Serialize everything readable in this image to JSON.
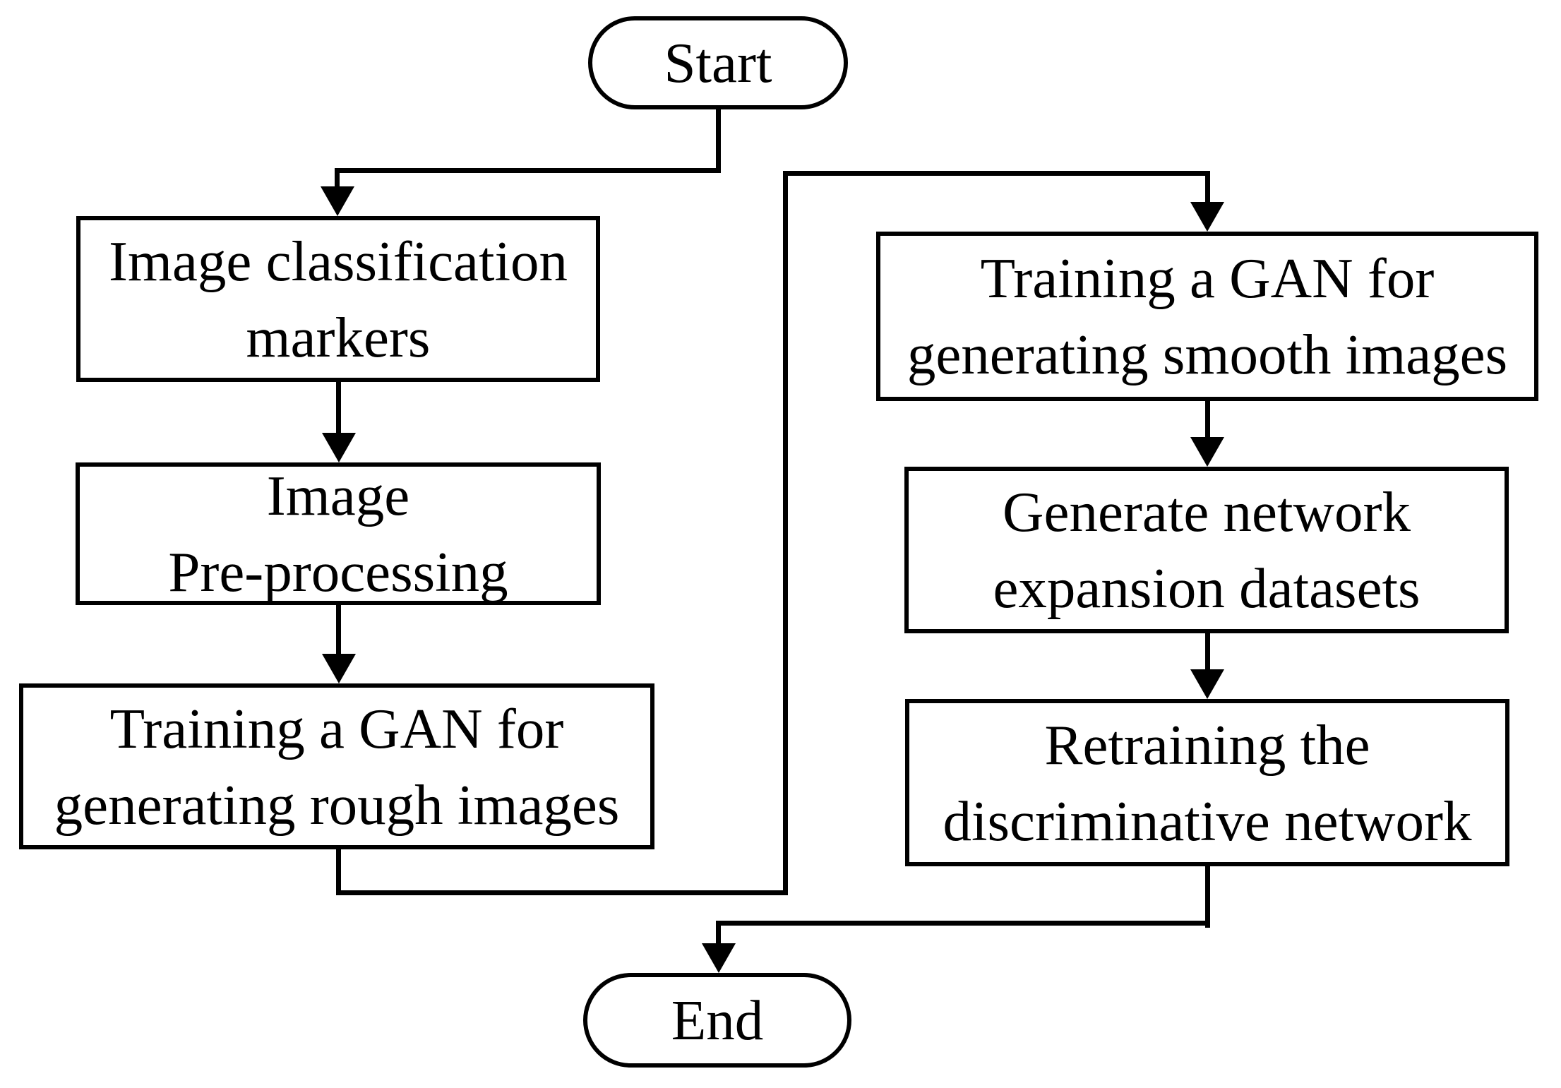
{
  "diagram": {
    "type": "flowchart",
    "background_color": "#ffffff",
    "stroke_color": "#000000",
    "nodes": {
      "start": {
        "id": "start",
        "shape": "terminator",
        "label": "Start"
      },
      "end": {
        "id": "end",
        "shape": "terminator",
        "label": "End"
      },
      "boxes": [
        {
          "id": "image-classification-markers",
          "shape": "process",
          "lines": [
            "Image classification",
            "markers"
          ]
        },
        {
          "id": "image-pre-processing",
          "shape": "process",
          "lines": [
            "Image",
            "Pre-processing"
          ]
        },
        {
          "id": "training-gan-rough-images",
          "shape": "process",
          "lines": [
            "Training a GAN for",
            "generating rough images"
          ]
        },
        {
          "id": "training-gan-smooth-images",
          "shape": "process",
          "lines": [
            "Training a GAN for",
            "generating smooth images"
          ]
        },
        {
          "id": "generate-network-expansion-datasets",
          "shape": "process",
          "lines": [
            "Generate network",
            "expansion datasets"
          ]
        },
        {
          "id": "retraining-discriminative-network",
          "shape": "process",
          "lines": [
            "Retraining the",
            "discriminative network"
          ]
        }
      ]
    },
    "edges": [
      {
        "from": "start",
        "to": "image-classification-markers"
      },
      {
        "from": "image-classification-markers",
        "to": "image-pre-processing"
      },
      {
        "from": "image-pre-processing",
        "to": "training-gan-rough-images"
      },
      {
        "from": "training-gan-rough-images",
        "to": "training-gan-smooth-images"
      },
      {
        "from": "training-gan-smooth-images",
        "to": "generate-network-expansion-datasets"
      },
      {
        "from": "generate-network-expansion-datasets",
        "to": "retraining-discriminative-network"
      },
      {
        "from": "retraining-discriminative-network",
        "to": "end"
      }
    ]
  }
}
